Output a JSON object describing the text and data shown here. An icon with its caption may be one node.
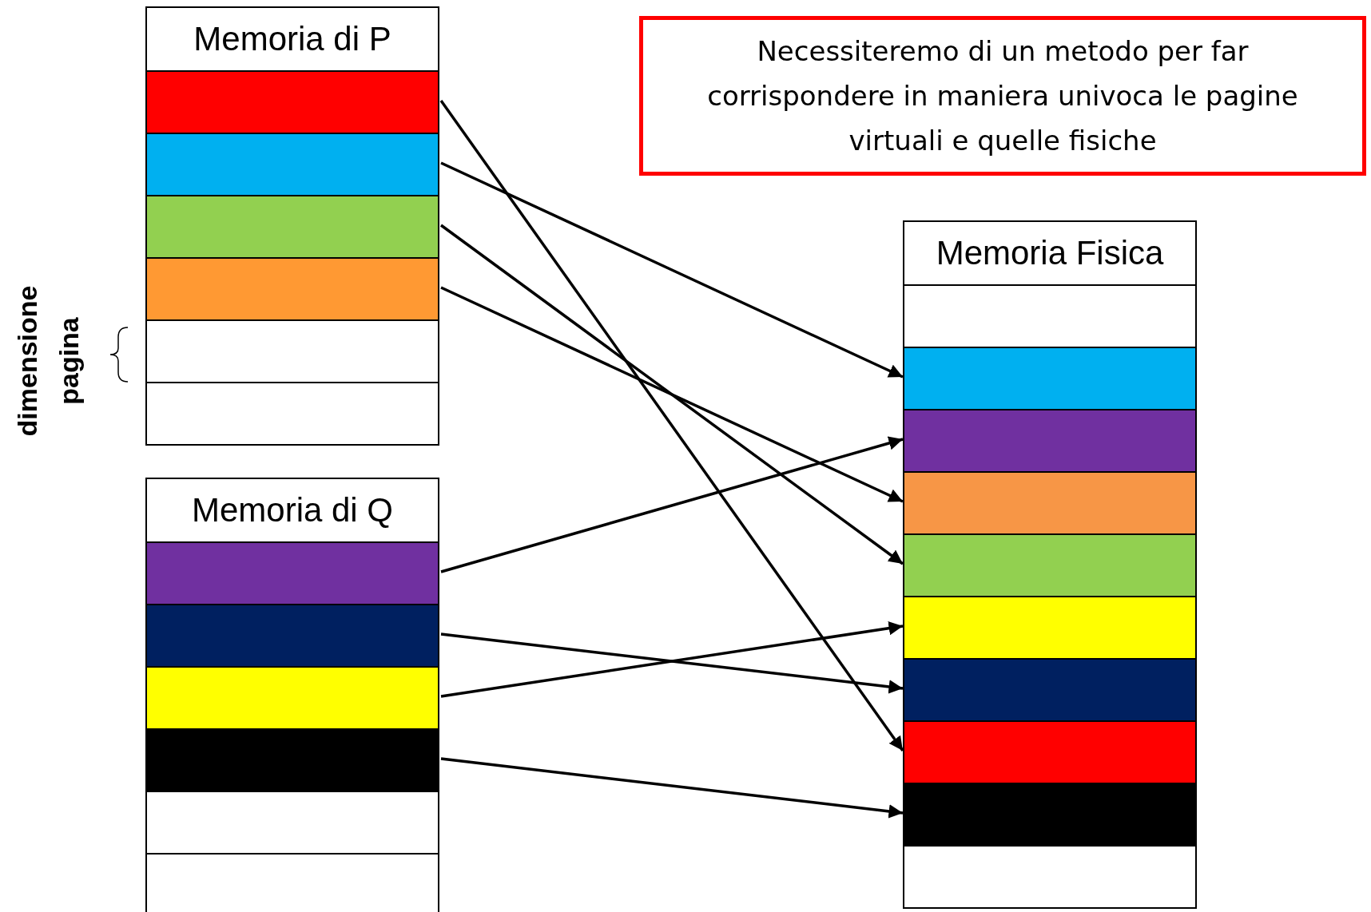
{
  "diagram": {
    "nodes": [
      {
        "text": [
          "Memoria di P"
        ]
      },
      {
        "text": [],
        "shape": "box",
        "in": 0
      },
      {
        "text": [],
        "shape": "box",
        "in": 0
      },
      {
        "text": [],
        "shape": "box",
        "in": 0
      },
      {
        "text": [],
        "shape": "box",
        "in": 0
      },
      {
        "text": [],
        "shape": "box",
        "in": 0
      },
      {
        "text": [],
        "shape": "box",
        "in": 0
      },
      {
        "text": [
          "Memoria di Q"
        ]
      },
      {
        "text": [],
        "shape": "box",
        "in": 7
      },
      {
        "text": [],
        "shape": "box",
        "in": 7
      },
      {
        "text": [],
        "shape": "box",
        "in": 7
      },
      {
        "text": [],
        "shape": "box",
        "in": 7
      },
      {
        "text": [],
        "shape": "box",
        "in": 7
      },
      {
        "text": [],
        "shape": "box",
        "in": 7
      },
      {
        "text": [
          "Memoria Fisica"
        ]
      },
      {
        "text": [],
        "shape": "box",
        "in": 14
      },
      {
        "text": [],
        "shape": "box",
        "in": 14
      },
      {
        "text": [],
        "shape": "box",
        "in": 14
      },
      {
        "text": [],
        "shape": "box",
        "in": 14
      },
      {
        "text": [],
        "shape": "box",
        "in": 14
      },
      {
        "text": [],
        "shape": "box",
        "in": 14
      },
      {
        "text": [],
        "shape": "box",
        "in": 14
      },
      {
        "text": [],
        "shape": "box",
        "in": 14
      },
      {
        "text": [],
        "shape": "box",
        "in": 14
      },
      {
        "text": [],
        "shape": "box",
        "in": 14
      },
      {
        "text": [
          "Necessiteremo di un metodo per far corrispondere in maniera univoca le pagine virtuali e quelle fisiche"
        ]
      }
    ],
    "edges": [
      {
        "from": 1,
        "to": 22,
        "arrow": "to"
      },
      {
        "from": 2,
        "to": 16,
        "arrow": "to"
      },
      {
        "from": 3,
        "to": 19,
        "arrow": "to"
      },
      {
        "from": 4,
        "to": 18,
        "arrow": "to"
      },
      {
        "from": 8,
        "to": 17,
        "arrow": "to"
      },
      {
        "from": 9,
        "to": 21,
        "arrow": "to"
      },
      {
        "from": 10,
        "to": 20,
        "arrow": "to"
      },
      {
        "from": 11,
        "to": 23,
        "arrow": "to"
      }
    ],
    "labels": [
      "dimensione pagina"
    ]
  }
}
